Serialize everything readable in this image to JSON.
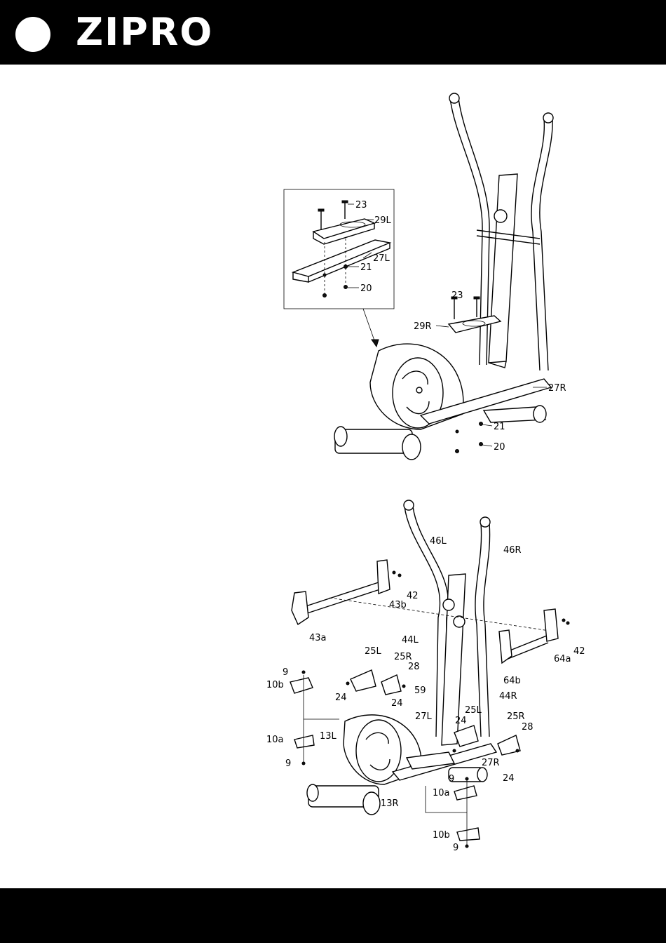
{
  "brand": {
    "name": "ZIPRO"
  },
  "colors": {
    "bar": "#000000",
    "logo": "#ffffff"
  },
  "diagram_top": {
    "labels": [
      "23",
      "29L",
      "27L",
      "21",
      "20",
      "23",
      "29R",
      "27R",
      "21",
      "20"
    ]
  },
  "diagram_bottom": {
    "labels": [
      "46L",
      "46R",
      "42",
      "43b",
      "43a",
      "44L",
      "64a",
      "42",
      "25L",
      "25R",
      "28",
      "9",
      "10b",
      "24",
      "24",
      "59",
      "44R",
      "64b",
      "25L",
      "24",
      "25R",
      "28",
      "27L",
      "13L",
      "10a",
      "9",
      "27R",
      "24",
      "9",
      "10a",
      "13R",
      "10b",
      "9"
    ]
  }
}
